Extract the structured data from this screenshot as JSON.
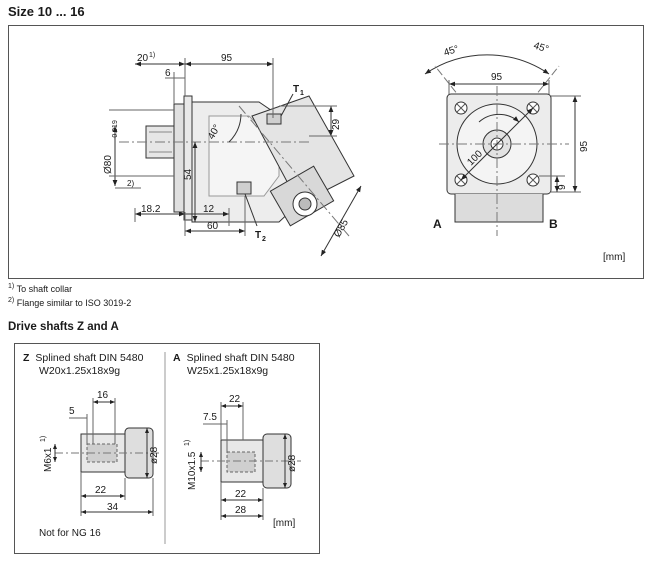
{
  "sections": {
    "size_title": "Size 10 ... 16",
    "drive_shafts_title": "Drive shafts Z and A"
  },
  "unit_label": "[mm]",
  "footnotes": {
    "n1_mark": "1)",
    "n1_text": "To shaft collar",
    "n2_mark": "2)",
    "n2_text": "Flange similar to ISO 3019-2"
  },
  "side_view": {
    "dims": {
      "d20": "20",
      "d20_sup": "1)",
      "d95": "95",
      "d6": "6",
      "d80": "Ø80",
      "d80_sub": "-0.019",
      "d54": "54",
      "d29": "29",
      "d40": "40°",
      "d18": "18.2",
      "d12": "12",
      "d60": "60",
      "d85": "Ø85",
      "flange_mark": "2)"
    },
    "ports": {
      "t1": "T",
      "t1_sub": "1",
      "t2": "T",
      "t2_sub": "2"
    }
  },
  "front_view": {
    "dims": {
      "a45_left": "45°",
      "a45_right": "45°",
      "w95": "95",
      "h95": "95",
      "r100": "100",
      "d9": "9"
    },
    "labels": {
      "a": "A",
      "b": "B"
    }
  },
  "shaft_z": {
    "letter": "Z",
    "title": "Splined shaft DIN 5480",
    "spec": "W20x1.25x18x9g",
    "dims": {
      "thread": "M6x1",
      "thread_sup": "1)",
      "d5": "5",
      "d16": "16",
      "d28": "ø28",
      "d22": "22",
      "d34": "34"
    },
    "note": "Not for NG 16"
  },
  "shaft_a": {
    "letter": "A",
    "title": "Splined shaft DIN 5480",
    "spec": "W25x1.25x18x9g",
    "dims": {
      "thread": "M10x1.5",
      "thread_sup": "1)",
      "d75": "7.5",
      "d22_top": "22",
      "d28": "ø28",
      "d22": "22",
      "d28_bottom": "28"
    }
  }
}
